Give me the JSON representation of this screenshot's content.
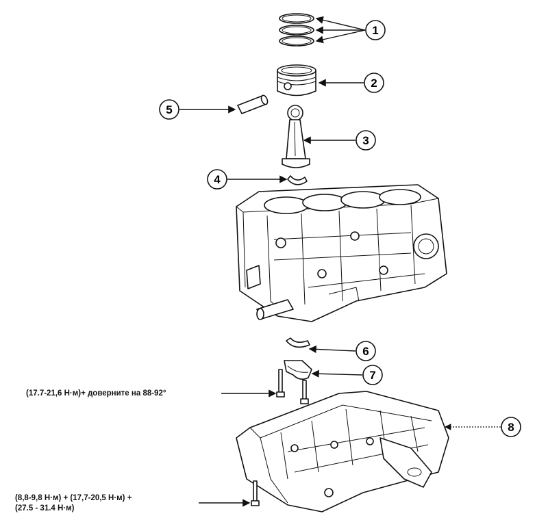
{
  "callouts": {
    "c1": "1",
    "c2": "2",
    "c3": "3",
    "c4": "4",
    "c5": "5",
    "c6": "6",
    "c7": "7",
    "c8": "8"
  },
  "torque": {
    "cap_bolts": "(17.7-21,6 Н·м)+ доверните на 88-92°",
    "lower_bolts_line1": "(8,8-9,8 Н·м) + (17,7-20,5 Н·м) +",
    "lower_bolts_line2": "(27.5 - 31.4 Н·м)"
  }
}
